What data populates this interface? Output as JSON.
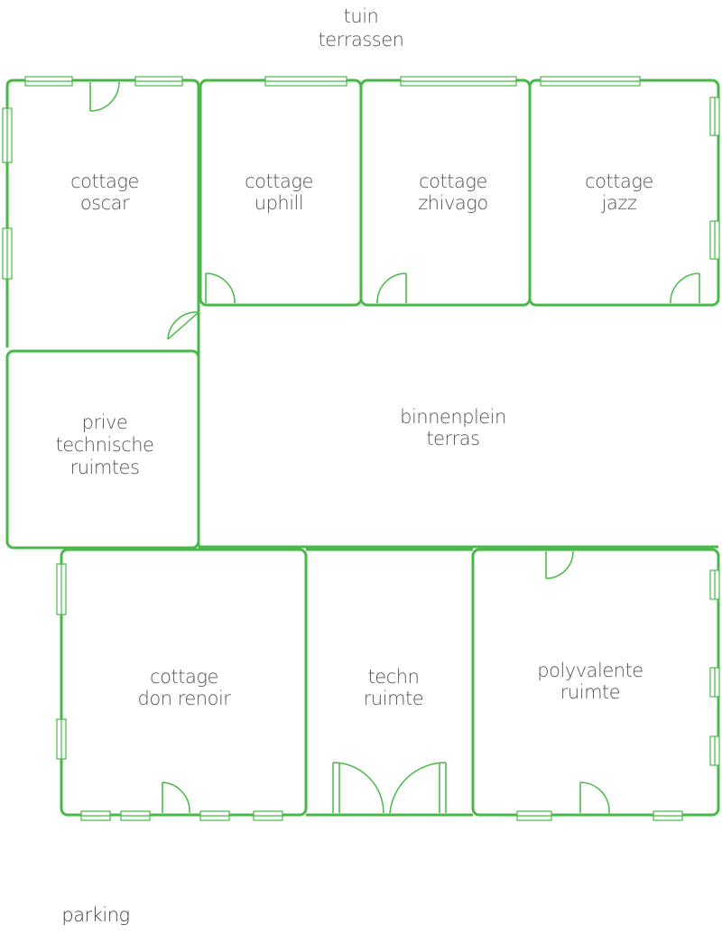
{
  "colors": {
    "wall": "#46b946",
    "text": "#555555",
    "background": "#ffffff"
  },
  "labels": {
    "garden_line1": "tuin",
    "garden_line2": "terrassen",
    "parking": "parking",
    "courtyard_line1": "binnenplein",
    "courtyard_line2": "terras"
  },
  "rooms": {
    "oscar": {
      "line1": "cottage",
      "line2": "oscar"
    },
    "uphill": {
      "line1": "cottage",
      "line2": "uphill"
    },
    "zhivago": {
      "line1": "cottage",
      "line2": "zhivago"
    },
    "jazz": {
      "line1": "cottage",
      "line2": "jazz"
    },
    "technical_private": {
      "line1": "prive",
      "line2": "technische",
      "line3": "ruimtes"
    },
    "don_renoir": {
      "line1": "cottage",
      "line2": "don renoir"
    },
    "techn_room": {
      "line1": "techn",
      "line2": "ruimte"
    },
    "polyvalent": {
      "line1": "polyvalente",
      "line2": "ruimte"
    }
  }
}
